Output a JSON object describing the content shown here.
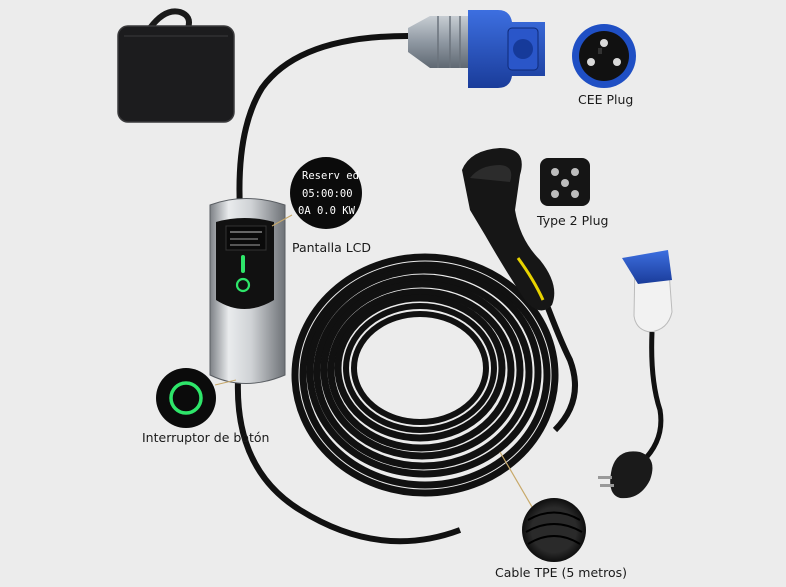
{
  "labels": {
    "cee_plug": "CEE Plug",
    "type2_plug": "Type 2 Plug",
    "lcd": "Pantalla LCD",
    "button": "Interruptor de botón",
    "cable": "Cable TPE (5 metros)"
  },
  "lcd_callout": {
    "line1": "Reserv ed",
    "line2": "05:00:00",
    "line3": "0A  0.0   KW"
  },
  "colors": {
    "background": "#ececec",
    "cable": "#111111",
    "plug_blue": "#1f4fc4",
    "plug_grey": "#9aa3ad",
    "led_green": "#2ee66a",
    "accent_yellow": "#e8d300",
    "callout_line": "#c8a96a"
  }
}
